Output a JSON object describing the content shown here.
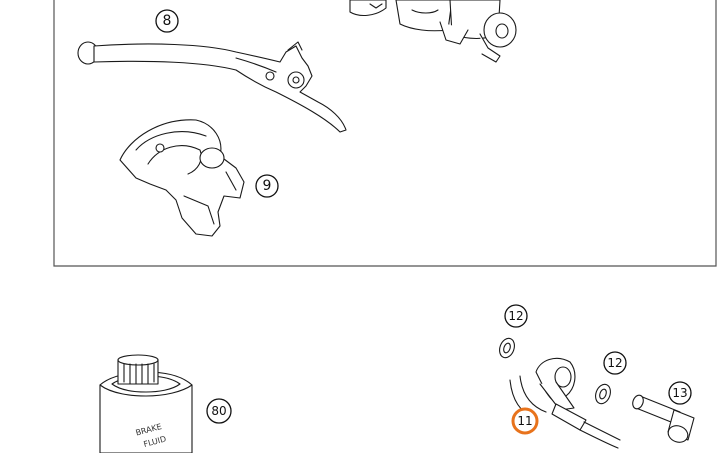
{
  "diagram": {
    "callouts": {
      "c8": "8",
      "c9": "9",
      "c80": "80",
      "c11": "11",
      "c12a": "12",
      "c12b": "12",
      "c13": "13"
    },
    "can_label": [
      "BRAKE",
      "FLUID"
    ],
    "highlight_color": "#e8731c",
    "frame_color": "#555555"
  }
}
